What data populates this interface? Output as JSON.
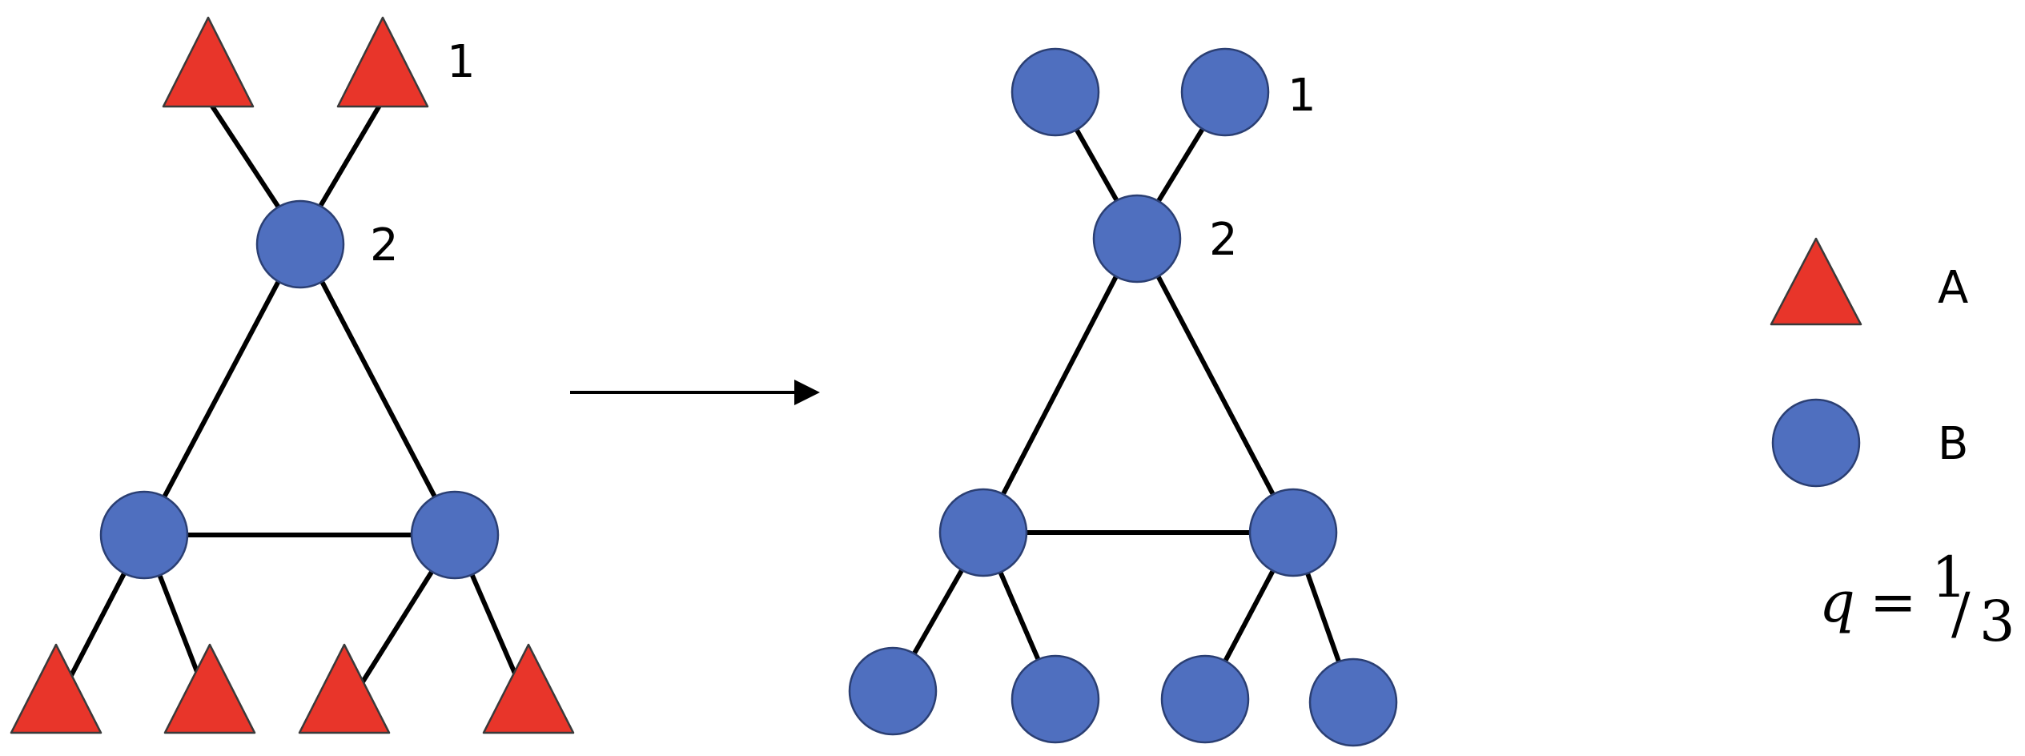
{
  "labels": {
    "node_1": "1",
    "node_2": "2"
  },
  "legend": {
    "a_label": "A",
    "b_label": "B",
    "formula_q": "q",
    "formula_eq": "=",
    "formula_num": "1",
    "formula_slash": "/",
    "formula_den": "3"
  },
  "colors": {
    "type_a": "#e8352a",
    "type_b": "#4f6fbf"
  },
  "icons": {
    "type_a": "red-triangle-icon",
    "type_b": "blue-circle-icon",
    "transition": "right-arrow-icon"
  }
}
